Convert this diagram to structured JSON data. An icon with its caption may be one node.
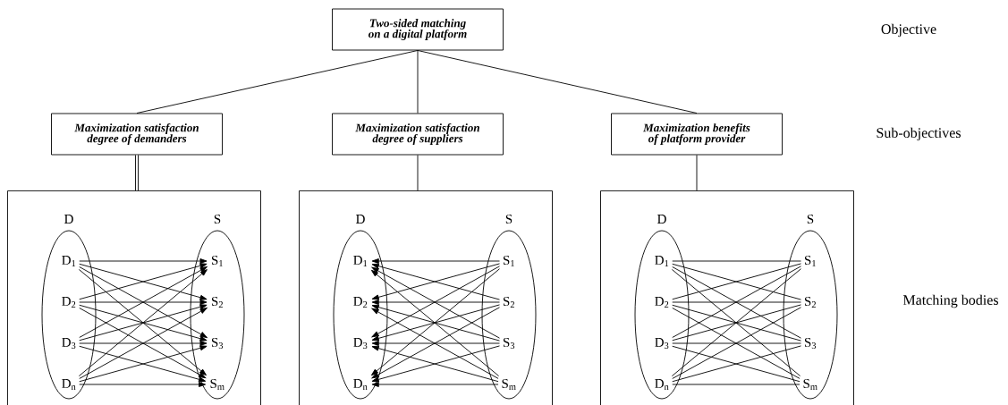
{
  "diagram": {
    "nodes": [
      {
        "text": [
          "Two-sided matching on a digital  platform"
        ]
      },
      {
        "text": [
          "Maximization satisfaction degree of demanders"
        ]
      },
      {
        "text": [
          "Maximization satisfaction degree of suppliers"
        ]
      },
      {
        "text": [
          "Maximization benefits of platform provider"
        ]
      },
      {
        "text": [],
        "shape": "box"
      },
      {
        "text": [],
        "shape": "ellipse",
        "in": 4,
        "beside": [
          "D"
        ]
      },
      {
        "text": [
          "D$_{1}$"
        ],
        "in": 5
      },
      {
        "text": [
          "D$_{2}$"
        ],
        "in": 5
      },
      {
        "text": [
          "D$_{3}$"
        ],
        "in": 5
      },
      {
        "text": [
          "D$_{n}$"
        ],
        "in": 5
      },
      {
        "text": [],
        "shape": "ellipse",
        "in": 4,
        "beside": [
          "S"
        ]
      },
      {
        "text": [
          "S$_{1}$"
        ],
        "in": 10
      },
      {
        "text": [
          "S$_{2}$"
        ],
        "in": 10
      },
      {
        "text": [
          "S$_{3}$"
        ],
        "in": 10
      },
      {
        "text": [
          "S$_{m}$"
        ],
        "in": 10
      },
      {
        "text": [],
        "shape": "box"
      },
      {
        "text": [],
        "shape": "ellipse",
        "in": 15,
        "beside": [
          "D"
        ]
      },
      {
        "text": [
          "D$_{1}$"
        ],
        "in": 16
      },
      {
        "text": [
          "D$_{2}$"
        ],
        "in": 16
      },
      {
        "text": [
          "D$_{3}$"
        ],
        "in": 16
      },
      {
        "text": [
          "D$_{n}$"
        ],
        "in": 16
      },
      {
        "text": [],
        "shape": "ellipse",
        "in": 15,
        "beside": [
          "S"
        ]
      },
      {
        "text": [
          "S$_{1}$"
        ],
        "in": 21
      },
      {
        "text": [
          "S$_{2}$"
        ],
        "in": 21
      },
      {
        "text": [
          "S$_{3}$"
        ],
        "in": 21
      },
      {
        "text": [
          "S$_{m}$"
        ],
        "in": 21
      },
      {
        "text": [],
        "shape": "box"
      },
      {
        "text": [],
        "shape": "ellipse",
        "in": 26,
        "beside": [
          "D"
        ]
      },
      {
        "text": [
          "D$_{1}$"
        ],
        "in": 27
      },
      {
        "text": [
          "D$_{2}$"
        ],
        "in": 27
      },
      {
        "text": [
          "D$_{3}$"
        ],
        "in": 27
      },
      {
        "text": [
          "D$_{n}$"
        ],
        "in": 27
      },
      {
        "text": [],
        "shape": "ellipse",
        "in": 26,
        "beside": [
          "S"
        ]
      },
      {
        "text": [
          "S$_{1}$"
        ],
        "in": 32
      },
      {
        "text": [
          "S$_{2}$"
        ],
        "in": 32
      },
      {
        "text": [
          "S$_{3}$"
        ],
        "in": 32
      },
      {
        "text": [
          "S$_{m}$"
        ],
        "in": 32
      }
    ],
    "edges": [
      {
        "from": 0,
        "to": 1,
        "arrow": "none"
      },
      {
        "from": 0,
        "to": 2,
        "arrow": "none"
      },
      {
        "from": 0,
        "to": 3,
        "arrow": "none"
      },
      {
        "from": 1,
        "to": 4,
        "arrow": "none",
        "style": "thick"
      },
      {
        "from": 2,
        "to": 15,
        "arrow": "none"
      },
      {
        "from": 3,
        "to": 26,
        "arrow": "none"
      },
      {
        "from": 6,
        "to": 11,
        "arrow": "to"
      },
      {
        "from": 6,
        "to": 12,
        "arrow": "to"
      },
      {
        "from": 6,
        "to": 13,
        "arrow": "to"
      },
      {
        "from": 6,
        "to": 14,
        "arrow": "to"
      },
      {
        "from": 7,
        "to": 11,
        "arrow": "to"
      },
      {
        "from": 7,
        "to": 12,
        "arrow": "to"
      },
      {
        "from": 7,
        "to": 13,
        "arrow": "to"
      },
      {
        "from": 7,
        "to": 14,
        "arrow": "to"
      },
      {
        "from": 8,
        "to": 11,
        "arrow": "to"
      },
      {
        "from": 8,
        "to": 12,
        "arrow": "to"
      },
      {
        "from": 8,
        "to": 13,
        "arrow": "to"
      },
      {
        "from": 8,
        "to": 14,
        "arrow": "to"
      },
      {
        "from": 9,
        "to": 11,
        "arrow": "to"
      },
      {
        "from": 9,
        "to": 12,
        "arrow": "to"
      },
      {
        "from": 9,
        "to": 13,
        "arrow": "to"
      },
      {
        "from": 9,
        "to": 14,
        "arrow": "to"
      },
      {
        "from": 22,
        "to": 17,
        "arrow": "to"
      },
      {
        "from": 22,
        "to": 18,
        "arrow": "to"
      },
      {
        "from": 22,
        "to": 19,
        "arrow": "to"
      },
      {
        "from": 22,
        "to": 20,
        "arrow": "to"
      },
      {
        "from": 23,
        "to": 17,
        "arrow": "to"
      },
      {
        "from": 23,
        "to": 18,
        "arrow": "to"
      },
      {
        "from": 23,
        "to": 19,
        "arrow": "to"
      },
      {
        "from": 23,
        "to": 20,
        "arrow": "to"
      },
      {
        "from": 24,
        "to": 17,
        "arrow": "to"
      },
      {
        "from": 24,
        "to": 18,
        "arrow": "to"
      },
      {
        "from": 24,
        "to": 19,
        "arrow": "to"
      },
      {
        "from": 24,
        "to": 20,
        "arrow": "to"
      },
      {
        "from": 25,
        "to": 17,
        "arrow": "to"
      },
      {
        "from": 25,
        "to": 18,
        "arrow": "to"
      },
      {
        "from": 25,
        "to": 19,
        "arrow": "to"
      },
      {
        "from": 25,
        "to": 20,
        "arrow": "to"
      },
      {
        "from": 28,
        "to": 33,
        "arrow": "none"
      },
      {
        "from": 28,
        "to": 34,
        "arrow": "none"
      },
      {
        "from": 28,
        "to": 35,
        "arrow": "none"
      },
      {
        "from": 28,
        "to": 36,
        "arrow": "none"
      },
      {
        "from": 29,
        "to": 33,
        "arrow": "none"
      },
      {
        "from": 29,
        "to": 34,
        "arrow": "none"
      },
      {
        "from": 29,
        "to": 35,
        "arrow": "none"
      },
      {
        "from": 29,
        "to": 36,
        "arrow": "none"
      },
      {
        "from": 30,
        "to": 33,
        "arrow": "none"
      },
      {
        "from": 30,
        "to": 34,
        "arrow": "none"
      },
      {
        "from": 30,
        "to": 35,
        "arrow": "none"
      },
      {
        "from": 30,
        "to": 36,
        "arrow": "none"
      },
      {
        "from": 31,
        "to": 33,
        "arrow": "none"
      },
      {
        "from": 31,
        "to": 34,
        "arrow": "none"
      },
      {
        "from": 31,
        "to": 35,
        "arrow": "none"
      },
      {
        "from": 31,
        "to": 36,
        "arrow": "none"
      }
    ],
    "labels": [
      "Objective",
      "Sub-objectives",
      "Matching bodies"
    ]
  }
}
